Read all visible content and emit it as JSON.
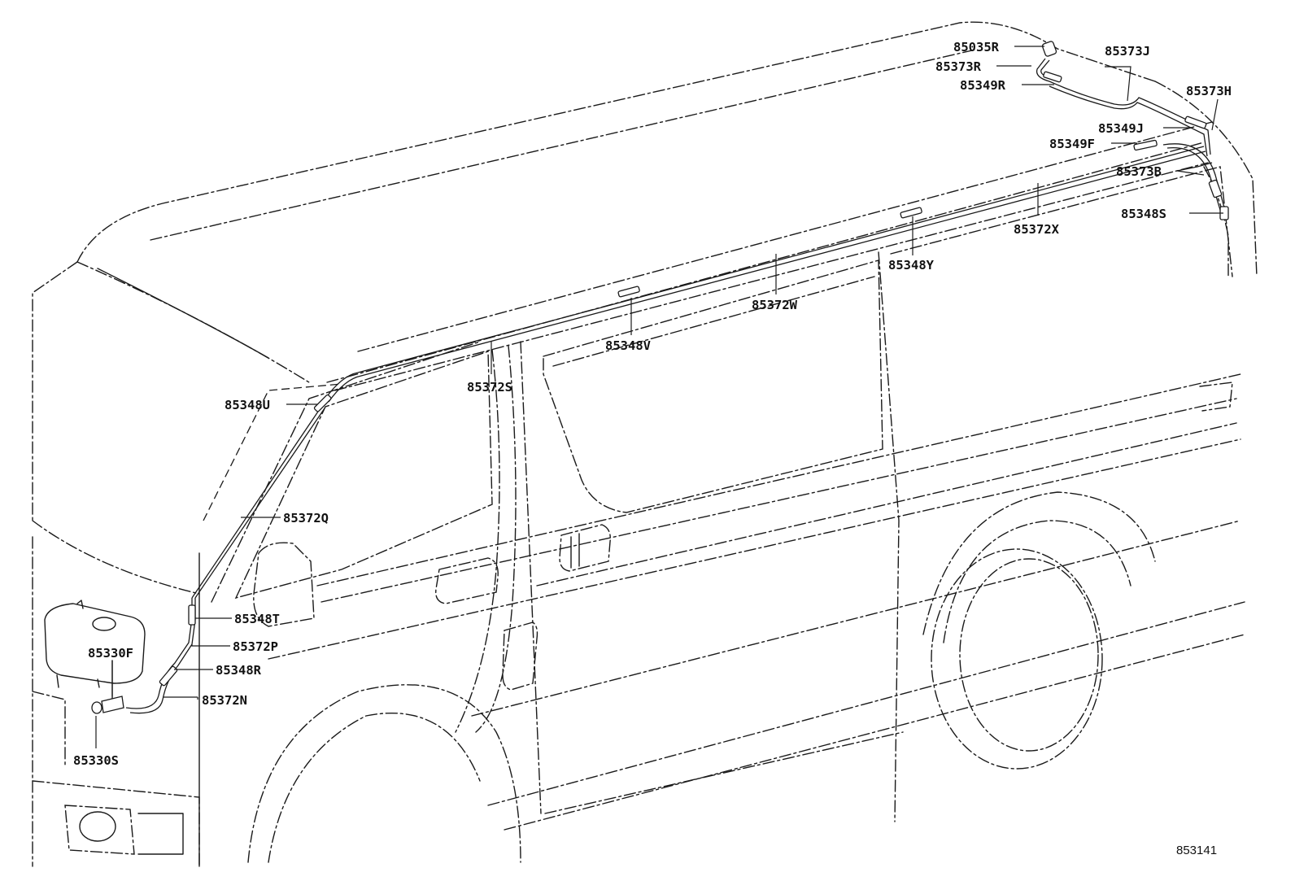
{
  "diagram": {
    "reference_number": "853141",
    "callouts": [
      {
        "id": "c-85035R",
        "label": "85035R"
      },
      {
        "id": "c-85373R",
        "label": "85373R"
      },
      {
        "id": "c-85349R",
        "label": "85349R"
      },
      {
        "id": "c-85373J",
        "label": "85373J"
      },
      {
        "id": "c-85373H",
        "label": "85373H"
      },
      {
        "id": "c-85349J",
        "label": "85349J"
      },
      {
        "id": "c-85349F",
        "label": "85349F"
      },
      {
        "id": "c-85373B",
        "label": "85373B"
      },
      {
        "id": "c-85348S",
        "label": "85348S"
      },
      {
        "id": "c-85372X",
        "label": "85372X"
      },
      {
        "id": "c-85348Y",
        "label": "85348Y"
      },
      {
        "id": "c-85372W",
        "label": "85372W"
      },
      {
        "id": "c-85348V",
        "label": "85348V"
      },
      {
        "id": "c-85372S",
        "label": "85372S"
      },
      {
        "id": "c-85348U",
        "label": "85348U"
      },
      {
        "id": "c-85372Q",
        "label": "85372Q"
      },
      {
        "id": "c-85348T",
        "label": "85348T"
      },
      {
        "id": "c-85330F",
        "label": "85330F"
      },
      {
        "id": "c-85372P",
        "label": "85372P"
      },
      {
        "id": "c-85348R",
        "label": "85348R"
      },
      {
        "id": "c-85372N",
        "label": "85372N"
      },
      {
        "id": "c-85330S",
        "label": "85330S"
      }
    ]
  }
}
